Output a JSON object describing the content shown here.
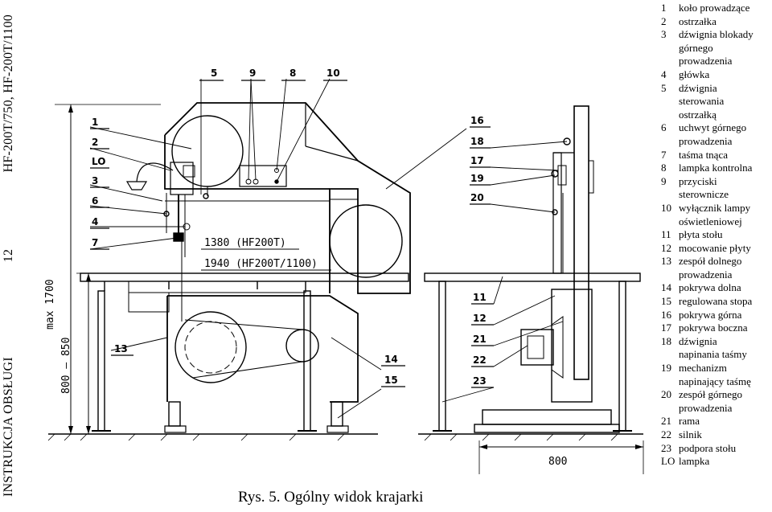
{
  "header": {
    "left": "INSTRUKCJA OBSŁUGI",
    "page": "12",
    "right": "HF-200T/750, HF-200T/1100"
  },
  "drawing": {
    "front_callouts_left": [
      "1",
      "2",
      "LO",
      "3",
      "6",
      "4",
      "7",
      "13"
    ],
    "front_callouts_top": [
      "5",
      "9",
      "8",
      "10"
    ],
    "front_callouts_right": [
      "14",
      "15"
    ],
    "side_callouts": [
      "16",
      "18",
      "17",
      "19",
      "20",
      "11",
      "12",
      "21",
      "22",
      "23"
    ],
    "dim_height_1": "1380 (HF200T)",
    "dim_height_2": "1940 (HF200T/1100)",
    "dim_max": "max 1700",
    "dim_table": "800 – 850",
    "dim_width": "800"
  },
  "caption": "Rys. 5. Ogólny widok krajarki",
  "legend": [
    {
      "num": "1",
      "lines": [
        "koło prowadzące"
      ]
    },
    {
      "num": "2",
      "lines": [
        "ostrzałka"
      ]
    },
    {
      "num": "3",
      "lines": [
        "dźwignia blokady",
        "górnego",
        "prowadzenia"
      ]
    },
    {
      "num": "4",
      "lines": [
        "główka"
      ]
    },
    {
      "num": "5",
      "lines": [
        "dźwignia",
        "sterowania",
        "ostrzałką"
      ]
    },
    {
      "num": "6",
      "lines": [
        "uchwyt górnego",
        "prowadzenia"
      ]
    },
    {
      "num": "7",
      "lines": [
        "taśma tnąca"
      ]
    },
    {
      "num": "8",
      "lines": [
        "lampka kontrolna"
      ]
    },
    {
      "num": "9",
      "lines": [
        "przyciski",
        "sterownicze"
      ]
    },
    {
      "num": "10",
      "lines": [
        "wyłącznik lampy",
        "oświetleniowej"
      ]
    },
    {
      "num": "11",
      "lines": [
        "płyta stołu"
      ]
    },
    {
      "num": "12",
      "lines": [
        "mocowanie płyty"
      ]
    },
    {
      "num": "13",
      "lines": [
        "zespół dolnego",
        "prowadzenia"
      ]
    },
    {
      "num": "14",
      "lines": [
        "pokrywa dolna"
      ]
    },
    {
      "num": "15",
      "lines": [
        "regulowana stopa"
      ]
    },
    {
      "num": "16",
      "lines": [
        "pokrywa górna"
      ]
    },
    {
      "num": "17",
      "lines": [
        "pokrywa boczna"
      ]
    },
    {
      "num": "18",
      "lines": [
        "dźwignia",
        "napinania taśmy"
      ]
    },
    {
      "num": "19",
      "lines": [
        "mechanizm",
        "napinający taśmę"
      ]
    },
    {
      "num": "20",
      "lines": [
        "zespół górnego",
        "prowadzenia"
      ]
    },
    {
      "num": "21",
      "lines": [
        "rama"
      ]
    },
    {
      "num": "22",
      "lines": [
        "silnik"
      ]
    },
    {
      "num": "23",
      "lines": [
        "podpora stołu"
      ]
    },
    {
      "num": "LO",
      "lines": [
        "lampka"
      ]
    }
  ]
}
